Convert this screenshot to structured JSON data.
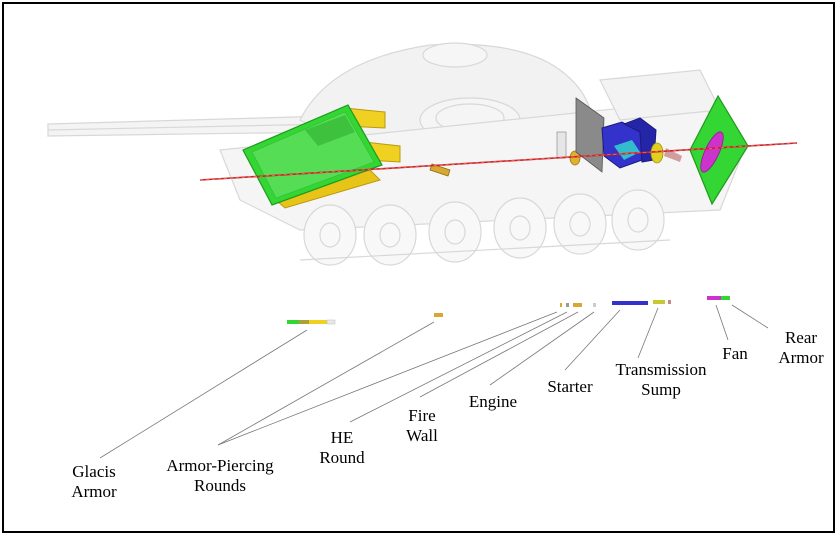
{
  "labels": {
    "glacis_armor": [
      "Glacis",
      "Armor"
    ],
    "armor_piercing_rounds": [
      "Armor-Piercing",
      "Rounds"
    ],
    "he_round": [
      "HE",
      "Round"
    ],
    "fire_wall": [
      "Fire",
      "Wall"
    ],
    "engine": "Engine",
    "starter": "Starter",
    "transmission_sump": [
      "Transmission",
      "Sump"
    ],
    "fan": "Fan",
    "rear_armor": [
      "Rear",
      "Armor"
    ]
  },
  "colors": {
    "glacis_armor": "#33d633",
    "armor_piercing_rounds": "#f0d020",
    "he_round": "#d9a830",
    "fire_wall": "#8a8a8a",
    "engine": "#3333cc",
    "transmission_sump": "#c8c830",
    "fan": "#cc33cc",
    "rear_armor": "#33d633",
    "shot_line": "#cc2222",
    "tank_ghost": "#cfcfcf"
  }
}
